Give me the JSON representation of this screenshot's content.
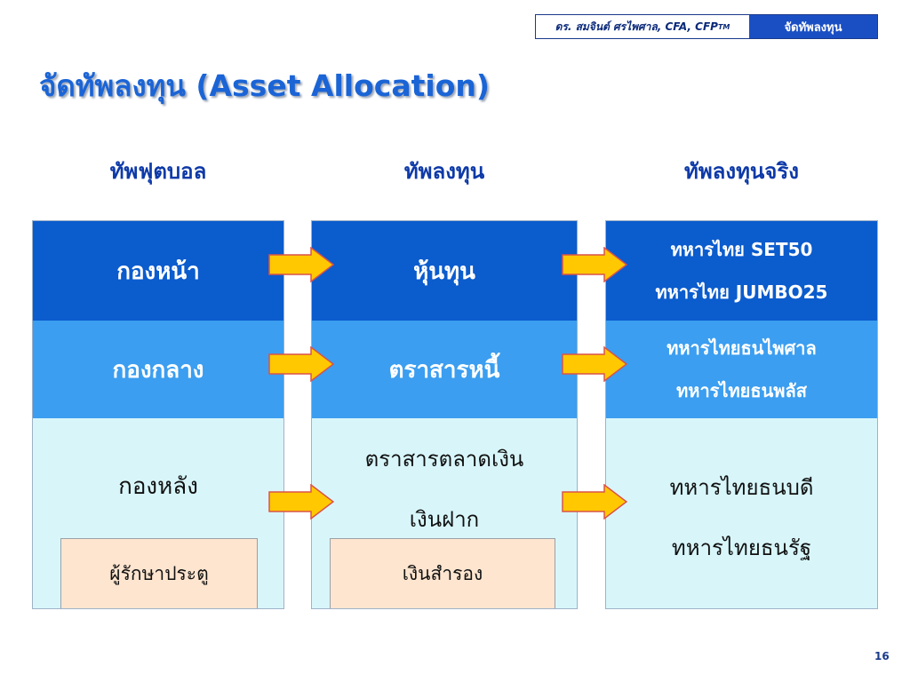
{
  "header": {
    "author": "ดร. สมจินต์ ศรไพศาล, CFA, CFP",
    "author_tm": "TM",
    "topic": "จัดทัพลงทุน"
  },
  "title": "จัดทัพลงทุน (Asset Allocation)",
  "columns": [
    {
      "heading": "ทัพฟุตบอล"
    },
    {
      "heading": "ทัพลงทุน"
    },
    {
      "heading": "ทัพลงทุนจริง"
    }
  ],
  "football": {
    "forward": "กองหน้า",
    "midfield": "กองกลาง",
    "defense": "กองหลัง",
    "goalkeeper": "ผู้รักษาประตู"
  },
  "invest": {
    "equity": "หุ้นทุน",
    "bonds": "ตราสารหนี้",
    "money_market": "ตราสารตลาดเงิน",
    "deposits": "เงินฝาก",
    "reserve": "เงินสำรอง"
  },
  "real_funds": {
    "top": [
      "ทหารไทย SET50",
      "ทหารไทย JUMBO25"
    ],
    "middle": [
      "ทหารไทยธนไพศาล",
      "ทหารไทยธนพลัส"
    ],
    "bottom": [
      "ทหารไทยธนบดี",
      "ทหารไทยธนรัฐ"
    ]
  },
  "colors": {
    "dark_blue": "#0b5ccd",
    "mid_blue": "#3b9ef0",
    "light_cyan": "#d8f6fa",
    "peach": "#fde5cf",
    "arrow_fill": "#ffc800",
    "title_blue": "#1a64d6"
  },
  "page_number": "16"
}
